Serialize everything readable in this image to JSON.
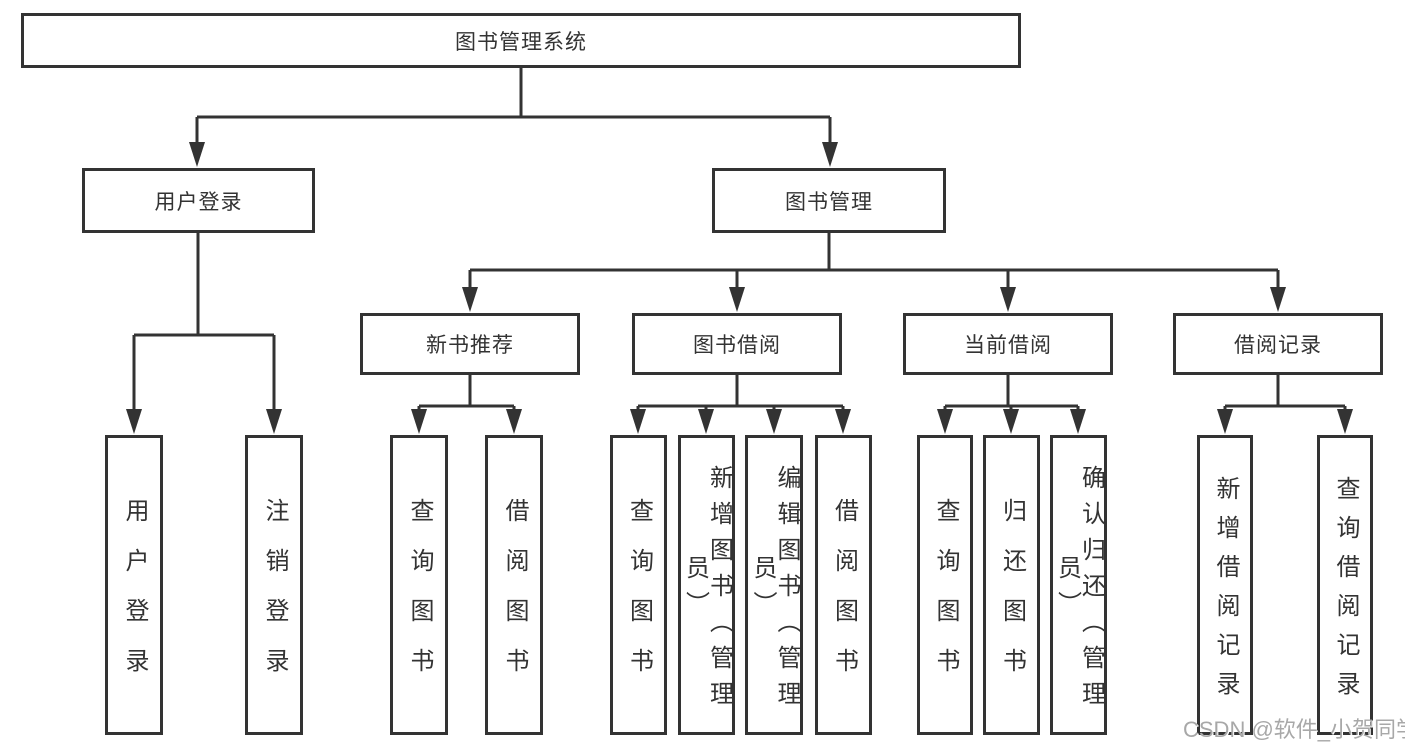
{
  "nodes": {
    "root": "图书管理系统",
    "user_login": "用户登录",
    "book_management": "图书管理",
    "login_children": [
      "用户登录",
      "注销登录"
    ],
    "modules": [
      "新书推荐",
      "图书借阅",
      "当前借阅",
      "借阅记录"
    ],
    "new_book_children": [
      "查询图书",
      "借阅图书"
    ],
    "borrow_children": [
      "查询图书",
      "新增图书（管理员）",
      "编辑图书（管理员）",
      "借阅图书"
    ],
    "current_children": [
      "查询图书",
      "归还图书",
      "确认归还（管理员）"
    ],
    "record_children": [
      "新增借阅记录",
      "查询借阅记录"
    ]
  },
  "watermark": "CSDN @软件_小贺同学",
  "colors": {
    "line": "#333333",
    "text": "#333333",
    "watermark": "#a8a8a8",
    "background": "#ffffff"
  }
}
